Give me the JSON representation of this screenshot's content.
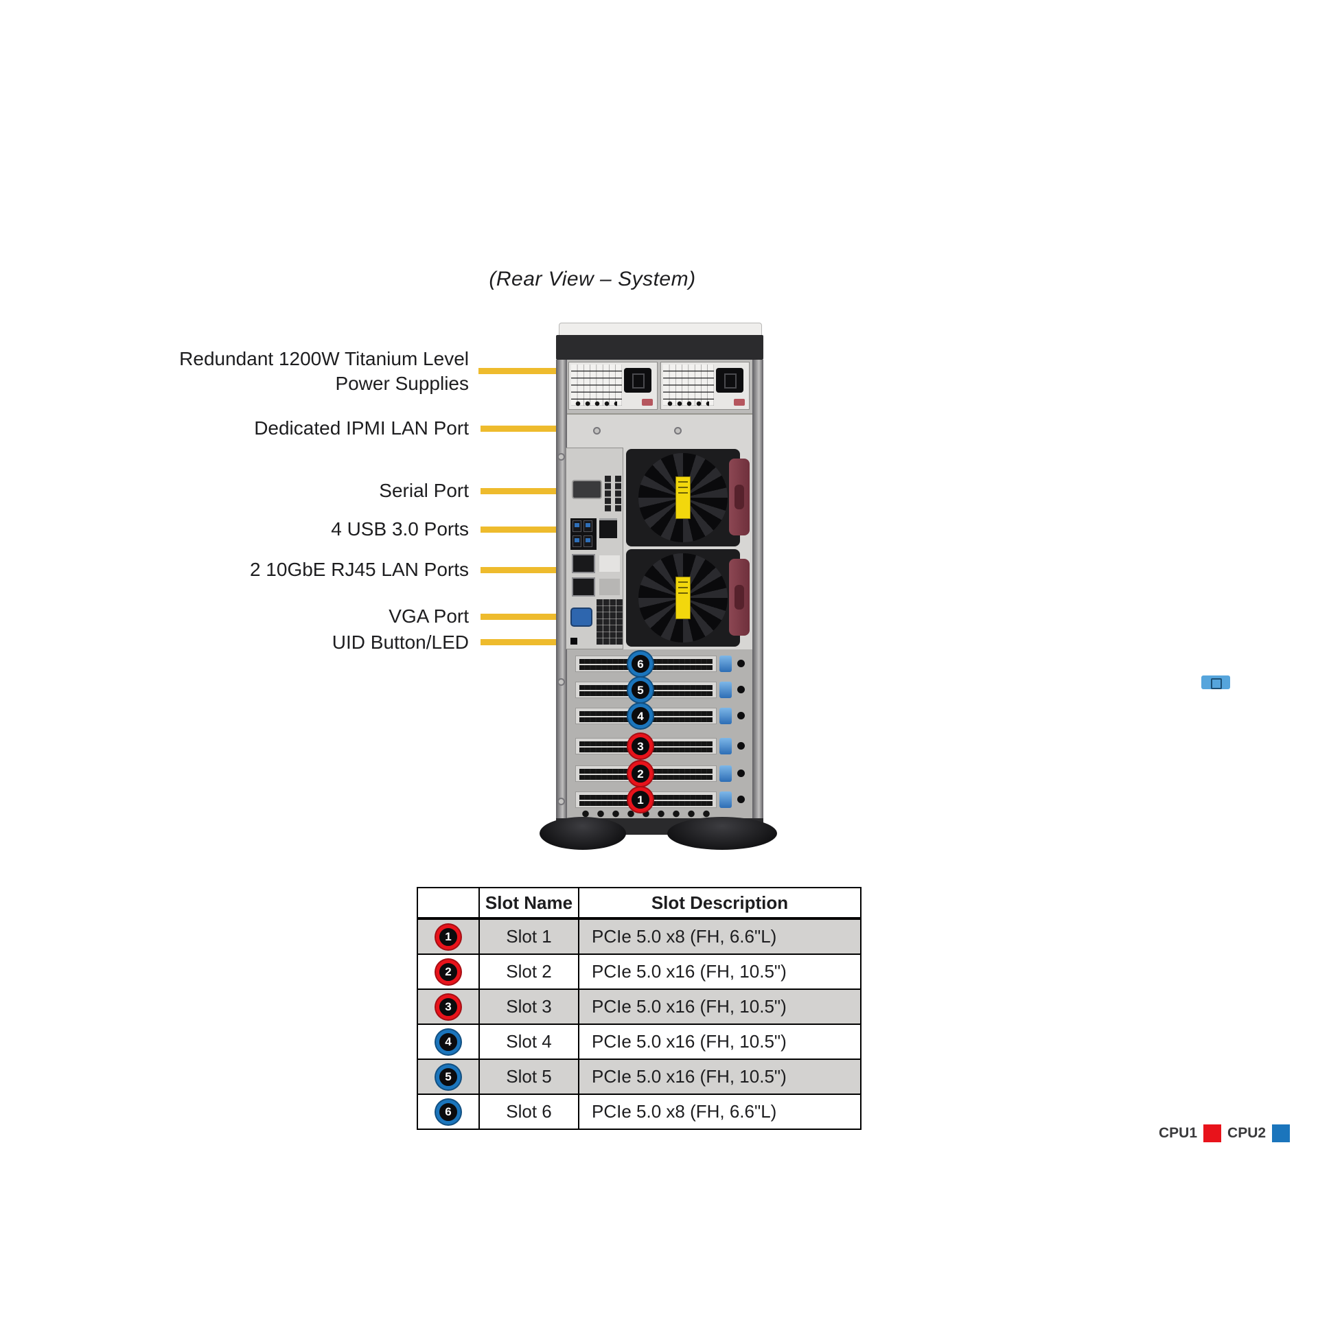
{
  "title": "(Rear View – System)",
  "callouts": {
    "psu_line1": "Redundant 1200W Titanium Level",
    "psu_line2": "Power Supplies",
    "ipmi": "Dedicated IPMI LAN Port",
    "serial": "Serial Port",
    "usb": "4 USB 3.0 Ports",
    "lan": "2 10GbE RJ45 LAN Ports",
    "vga": "VGA Port",
    "uid": "UID Button/LED"
  },
  "chassis": {
    "badges": [
      {
        "number": "6",
        "cpu": "CPU2"
      },
      {
        "number": "5",
        "cpu": "CPU2"
      },
      {
        "number": "4",
        "cpu": "CPU2"
      },
      {
        "number": "3",
        "cpu": "CPU1"
      },
      {
        "number": "2",
        "cpu": "CPU1"
      },
      {
        "number": "1",
        "cpu": "CPU1"
      }
    ]
  },
  "table": {
    "headers": {
      "slot_name": "Slot Name",
      "slot_description": "Slot Description"
    },
    "rows": [
      {
        "number": "1",
        "cpu": "CPU1",
        "slot_name": "Slot 1",
        "description": "PCIe 5.0 x8 (FH, 6.6\"L)"
      },
      {
        "number": "2",
        "cpu": "CPU1",
        "slot_name": "Slot 2",
        "description": "PCIe 5.0 x16 (FH, 10.5\")"
      },
      {
        "number": "3",
        "cpu": "CPU1",
        "slot_name": "Slot 3",
        "description": "PCIe 5.0 x16 (FH, 10.5\")"
      },
      {
        "number": "4",
        "cpu": "CPU2",
        "slot_name": "Slot 4",
        "description": "PCIe 5.0 x16 (FH, 10.5\")"
      },
      {
        "number": "5",
        "cpu": "CPU2",
        "slot_name": "Slot 5",
        "description": "PCIe 5.0 x16 (FH, 10.5\")"
      },
      {
        "number": "6",
        "cpu": "CPU2",
        "slot_name": "Slot 6",
        "description": "PCIe 5.0 x8 (FH, 6.6\"L)"
      }
    ]
  },
  "legend": {
    "cpu1": "CPU1",
    "cpu2": "CPU2"
  },
  "colors": {
    "cpu1_red": "#e8131b",
    "cpu2_blue": "#1b75bc",
    "callout_line_yellow": "#eebb2d"
  }
}
